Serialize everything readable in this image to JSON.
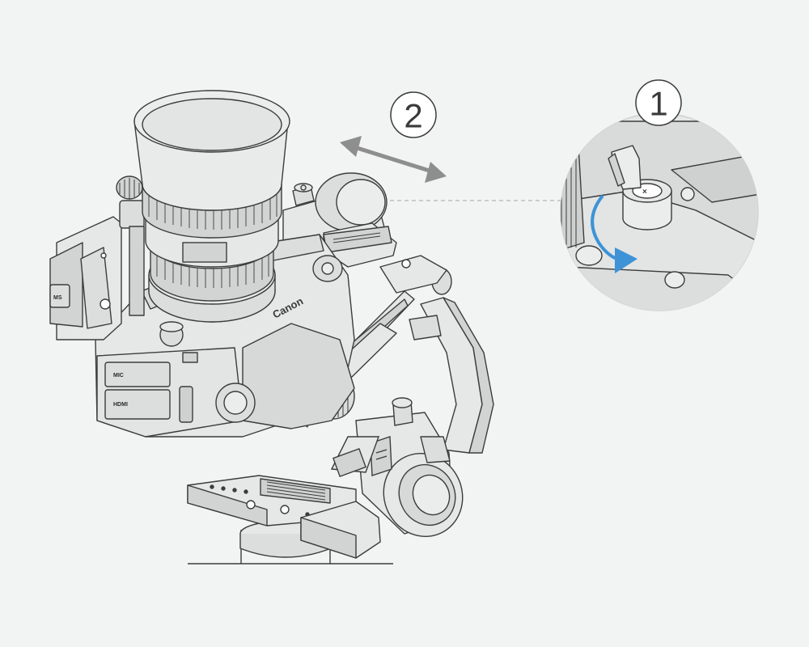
{
  "steps": {
    "one": "1",
    "two": "2"
  },
  "camera": {
    "brand_text": "Canon",
    "port_labels": [
      "MIC",
      "HDMI"
    ]
  },
  "colors": {
    "background": "#f2f3f3",
    "line": "#3c3c3c",
    "fill_light": "#e6e7e7",
    "fill_mid": "#d2d3d3",
    "arrow_gray": "#8e8e8e",
    "accent_blue": "#3d93d6",
    "dashed": "#b4b4b4"
  },
  "icons": {
    "rotate_arrow": "curved-arrow-icon",
    "move_arrow": "double-arrow-icon"
  }
}
